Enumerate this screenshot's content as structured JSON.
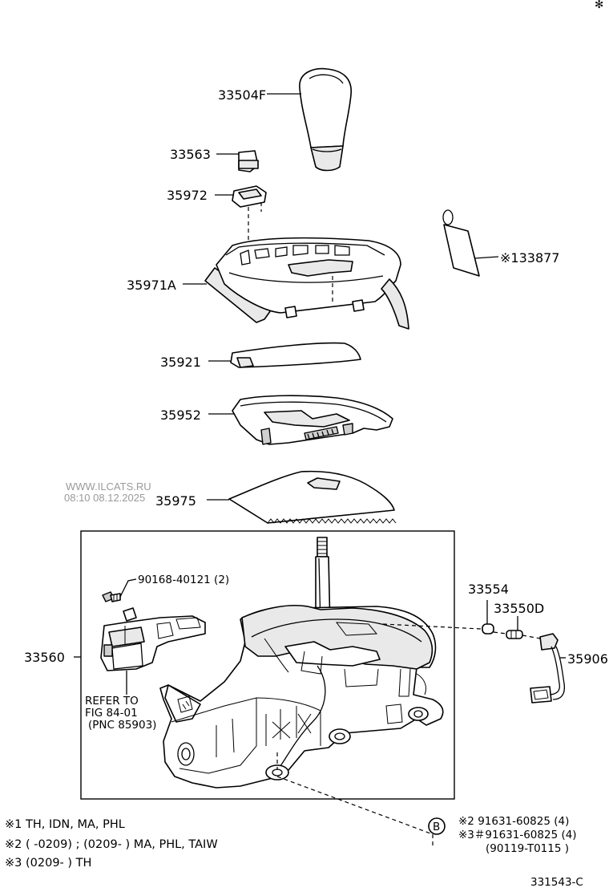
{
  "labels": {
    "p33504F": "33504F",
    "p33563": "33563",
    "p35972": "35972",
    "p133877": "※133877",
    "p35971A": "35971A",
    "p35921": "35921",
    "p35952": "35952",
    "p35975": "35975",
    "p33554": "33554",
    "p33550D": "33550D",
    "p33560": "33560",
    "p35906": "35906",
    "p90168": "90168-40121 (2)",
    "refer1": "REFER TO",
    "refer2": "FIG 84-01",
    "refer3": "(PNC 85903)",
    "circleB": "B",
    "bolt1": "※2 91631-60825 (4)",
    "bolt2": "※3＃91631-60825 (4)",
    "bolt3": "(90119-T0115 )"
  },
  "notes": {
    "n1": "※1 TH, IDN, MA, PHL",
    "n2": "※2 (      -0209) ; (0209-      ) MA, PHL, TAIW",
    "n3": "※3 (0209-       ) TH"
  },
  "watermark": {
    "site": "WWW.ILCATS.RU",
    "time": "08:10 08.12.2025"
  },
  "figure_code": "331543-C"
}
